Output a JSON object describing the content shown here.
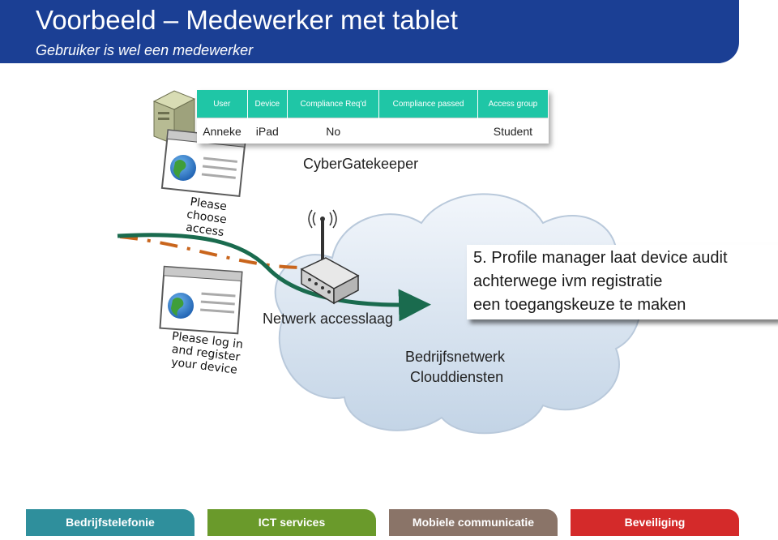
{
  "header": {
    "title": "Voorbeeld – Medewerker met tablet",
    "subtitle": "Gebruiker is wel een medewerker"
  },
  "table": {
    "columns": [
      "User",
      "Device",
      "Compliance Req'd",
      "Compliance passed",
      "Access group"
    ],
    "row": [
      "Anneke",
      "iPad",
      "No",
      "",
      "Student"
    ]
  },
  "labels": {
    "gatekeeper": "CyberGatekeeper",
    "choose_access": "Please choose access",
    "login_register": "Please log in and register your device",
    "access_layer": "Netwerk accesslaag",
    "cloud_line1": "Bedrijfsnetwerk",
    "cloud_line2": "Clouddiensten"
  },
  "note": {
    "line1": "5. Profile manager laat device audit",
    "line2": "achterwege ivm registratie",
    "line3": "een toegangskeuze te maken"
  },
  "footer": {
    "tab1": "Bedrijfstelefonie",
    "tab2": "ICT services",
    "tab3": "Mobiele communicatie",
    "tab4": "Beveiliging"
  },
  "colors": {
    "banner": "#1b3f94",
    "table_header": "#1fc6a6",
    "green_path": "#1a6b4e",
    "orange_path": "#c9651c",
    "tab1": "#2f8f9c",
    "tab2": "#6a9a2b",
    "tab3": "#8a7468",
    "tab4": "#d42a2a"
  },
  "icons": {
    "server": "server-icon",
    "browser": "browser-window-icon",
    "globe": "globe-icon",
    "router": "wireless-router-icon",
    "cloud": "cloud-icon"
  }
}
